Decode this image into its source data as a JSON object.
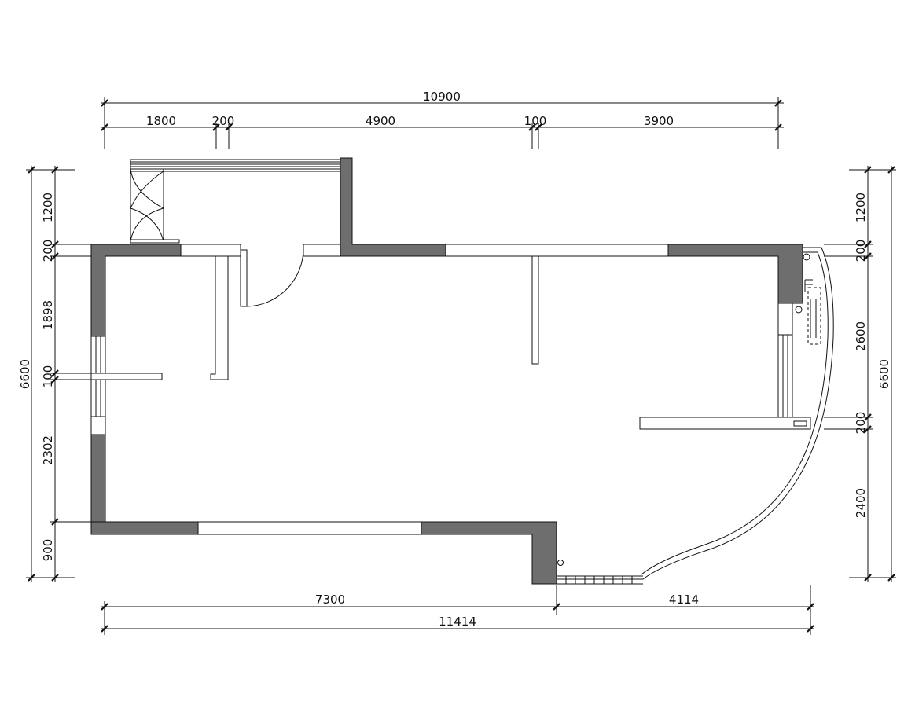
{
  "dimensions": {
    "top_total": "10900",
    "top_segments": [
      "1800",
      "200",
      "4900",
      "100",
      "3900"
    ],
    "bottom_segments": [
      "7300",
      "4114"
    ],
    "bottom_total": "11414",
    "left_total": "6600",
    "left_segments": [
      "1200",
      "200",
      "1898",
      "100",
      "2302",
      "900"
    ],
    "right_total": "6600",
    "right_segments": [
      "1200",
      "200",
      "2600",
      "200",
      "2400"
    ]
  },
  "colors": {
    "wall_fill": "#6e6e6e",
    "line": "#111111",
    "background": "#ffffff"
  }
}
